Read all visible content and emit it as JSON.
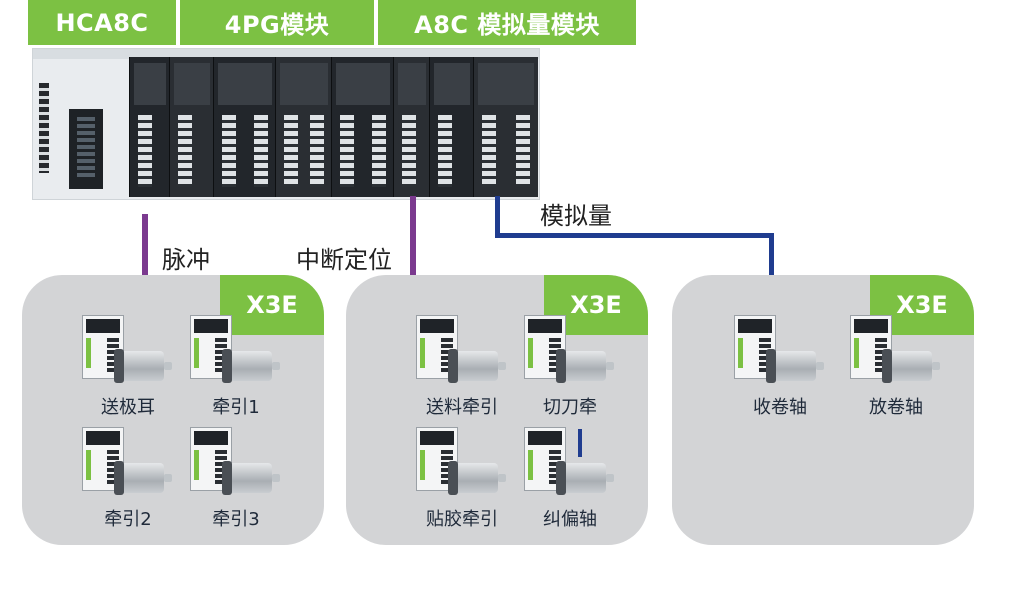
{
  "modules": {
    "tabs": [
      {
        "label": "HCA8C"
      },
      {
        "label": "4PG模块"
      },
      {
        "label": "A8C 模拟量模块"
      }
    ]
  },
  "connections": {
    "pulse_label": "脉冲",
    "interrupt_label": "中断定位",
    "analog_label": "模拟量"
  },
  "colors": {
    "accent_green": "#7cc143",
    "pulse_line": "#7b3a8f",
    "analog_line": "#1f3c8f",
    "group_bg": "#d3d4d6"
  },
  "groups": [
    {
      "badge": "X3E",
      "devices": [
        {
          "label": "送极耳"
        },
        {
          "label": "牵引1"
        },
        {
          "label": "牵引2"
        },
        {
          "label": "牵引3"
        }
      ]
    },
    {
      "badge": "X3E",
      "devices": [
        {
          "label": "送料牵引"
        },
        {
          "label": "切刀牵"
        },
        {
          "label": "贴胶牵引"
        },
        {
          "label": "纠偏轴"
        }
      ]
    },
    {
      "badge": "X3E",
      "devices": [
        {
          "label": "收卷轴"
        },
        {
          "label": "放卷轴"
        }
      ]
    }
  ]
}
